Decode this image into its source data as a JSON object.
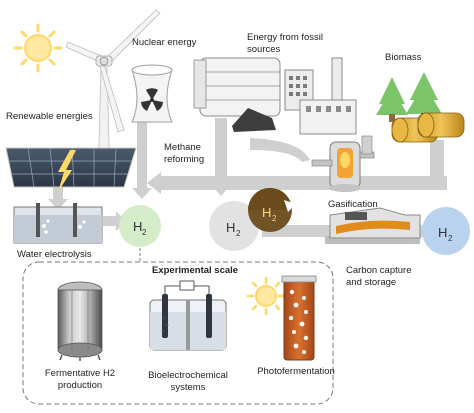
{
  "labels": {
    "nuclear": "Nuclear energy",
    "fossil_line1": "Energy from fossil",
    "fossil_line2": "sources",
    "biomass": "Biomass",
    "renewable": "Renewable energies",
    "methane_line1": "Methane",
    "methane_line2": "reforming",
    "gasification": "Gasification",
    "water_electrolysis": "Water electrolysis",
    "carbon_line1": "Carbon capture",
    "carbon_line2": "and storage",
    "experimental_scale": "Experimental scale",
    "fermentative_line1": "Fermentative H2",
    "fermentative_line2": "production",
    "bioelectro_line1": "Bioelectrochemical",
    "bioelectro_line2": "systems",
    "photofermentation": "Photofermentation"
  },
  "hydrogen": {
    "h2_electrolysis": "H",
    "h2_center": "H",
    "h2_reform": "H",
    "h2_right": "H",
    "subscript": "2"
  },
  "colors": {
    "h2_green": "#d4ecc8",
    "h2_gray": "#e2e2e2",
    "h2_blue": "#b9d3ee",
    "arrow_gray": "#cfcfcf",
    "reform_brown": "#6b4a1c",
    "tree_green": "#7cc46a",
    "sun": "#ffd866",
    "photo_orange": "#c95a1e"
  }
}
